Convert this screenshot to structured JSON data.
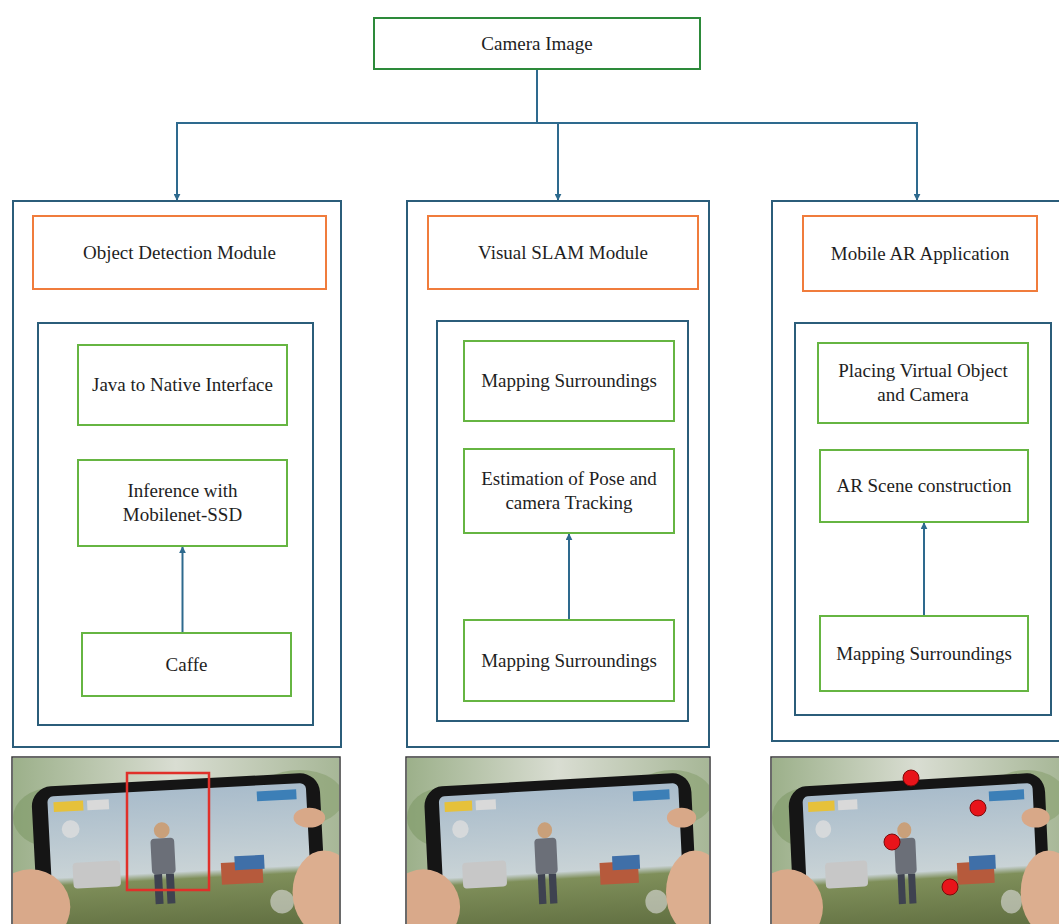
{
  "diagram": {
    "nodes": [
      {
        "text": [
          "Camera Image"
        ]
      },
      {
        "text": [
          "Object Detection Module"
        ]
      },
      {
        "text": [
          "Java to Native Interface"
        ],
        "in": 1
      },
      {
        "text": [
          "Inference with Mobilenet-SSD"
        ],
        "in": 1
      },
      {
        "text": [
          "Caffe"
        ],
        "in": 1
      },
      {
        "text": [
          "Visual SLAM Module"
        ]
      },
      {
        "text": [
          "Mapping Surroundings"
        ],
        "in": 5
      },
      {
        "text": [
          "Estimation of Pose and camera Tracking"
        ],
        "in": 5
      },
      {
        "text": [
          "Mapping Surroundings"
        ],
        "in": 5
      },
      {
        "text": [
          "Mobile AR Application"
        ]
      },
      {
        "text": [
          "Placing Virtual Object and Camera"
        ],
        "in": 9
      },
      {
        "text": [
          "AR Scene construction"
        ],
        "in": 9
      },
      {
        "text": [
          "Mapping Surroundings"
        ],
        "in": 9
      }
    ],
    "edges": [
      {
        "from": 0,
        "to": 1,
        "arrow": "to"
      },
      {
        "from": 0,
        "to": 5,
        "arrow": "to"
      },
      {
        "from": 0,
        "to": 9,
        "arrow": "to"
      },
      {
        "from": 4,
        "to": 3,
        "arrow": "to"
      },
      {
        "from": 8,
        "to": 7,
        "arrow": "to"
      },
      {
        "from": 12,
        "to": 11,
        "arrow": "to"
      }
    ]
  }
}
